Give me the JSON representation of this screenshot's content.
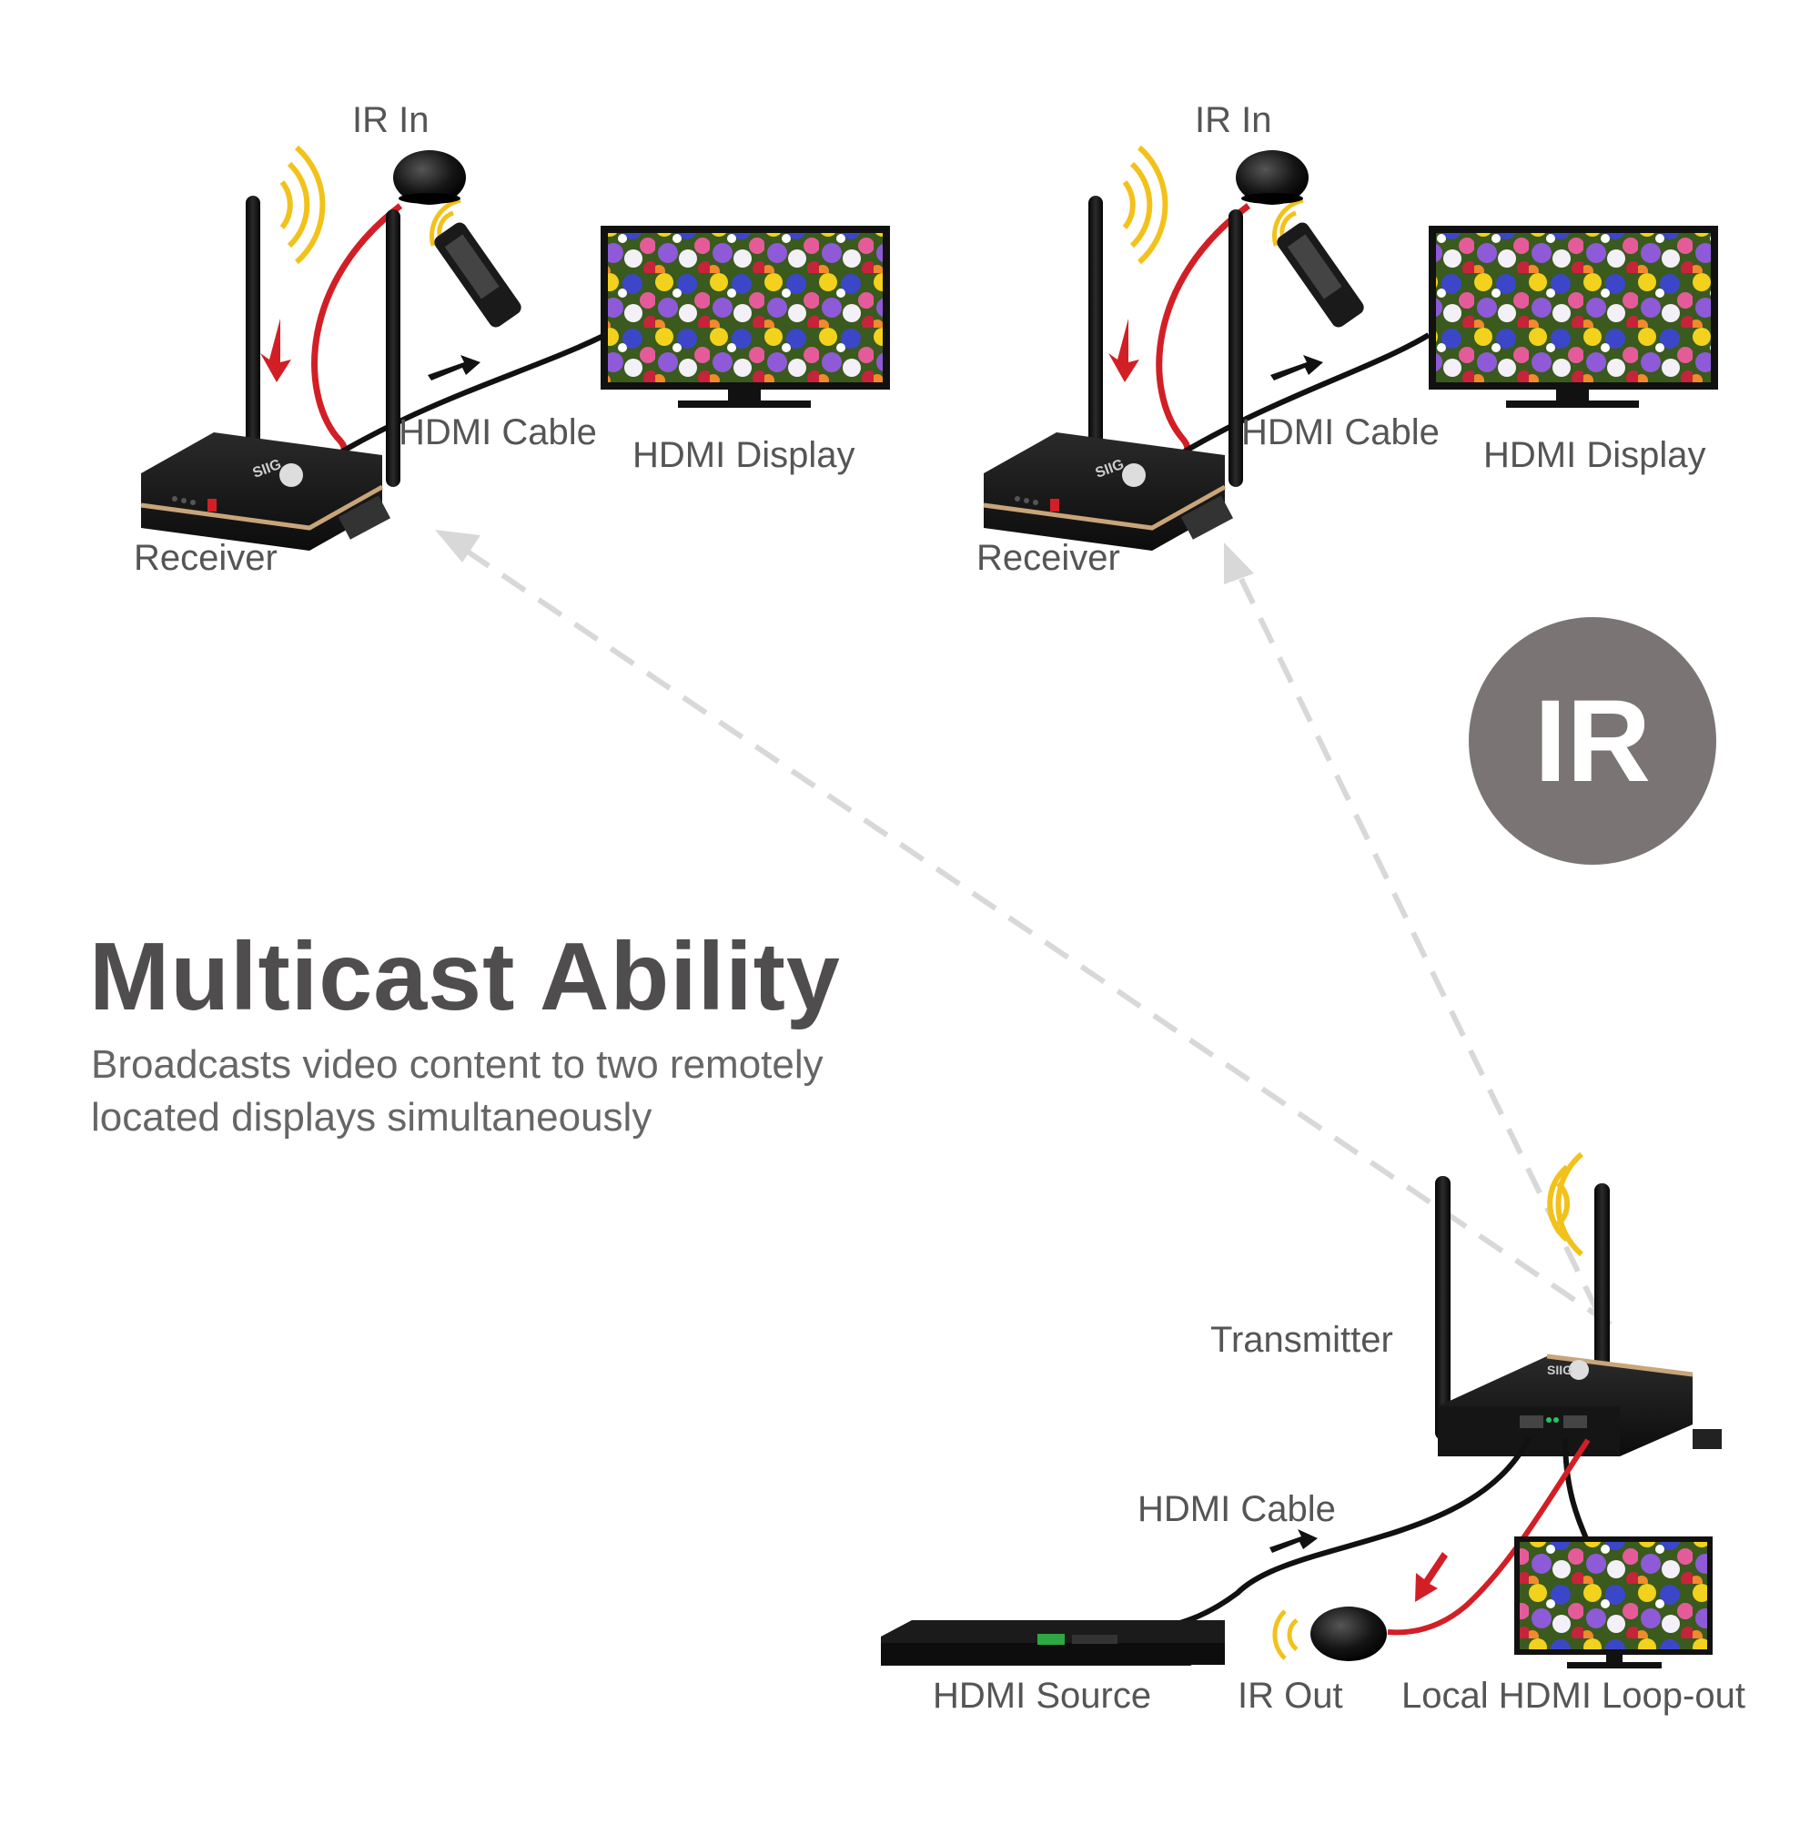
{
  "headline": {
    "title": "Multicast Ability",
    "subtitle_line1": "Broadcasts video content to two remotely",
    "subtitle_line2": "located displays simultaneously"
  },
  "badge": {
    "text": "IR",
    "color": "#7a7574"
  },
  "colors": {
    "ir_cable": "#d21f26",
    "hdmi_cable": "#111111",
    "signal_waves": "#f2c21b",
    "dashed_link": "#d8d8d8",
    "accent_stripe": "#c9a57a"
  },
  "receiver_left": {
    "ir_in_label": "IR In",
    "hdmi_cable_label": "HDMI Cable",
    "display_label": "HDMI Display",
    "device_label": "Receiver",
    "brand": "SIIG"
  },
  "receiver_right": {
    "ir_in_label": "IR In",
    "hdmi_cable_label": "HDMI Cable",
    "display_label": "HDMI Display",
    "device_label": "Receiver",
    "brand": "SIIG"
  },
  "transmitter": {
    "device_label": "Transmitter",
    "hdmi_cable_label": "HDMI Cable",
    "source_label": "HDMI Source",
    "ir_out_label": "IR Out",
    "loopout_label": "Local HDMI Loop-out",
    "brand": "SIIG"
  },
  "icons": [
    "receiver-device-icon",
    "transmitter-device-icon",
    "antenna-icon",
    "ir-sensor-icon",
    "remote-control-icon",
    "tv-display-icon",
    "bluray-player-icon",
    "signal-wave-icon",
    "arrow-icon"
  ]
}
